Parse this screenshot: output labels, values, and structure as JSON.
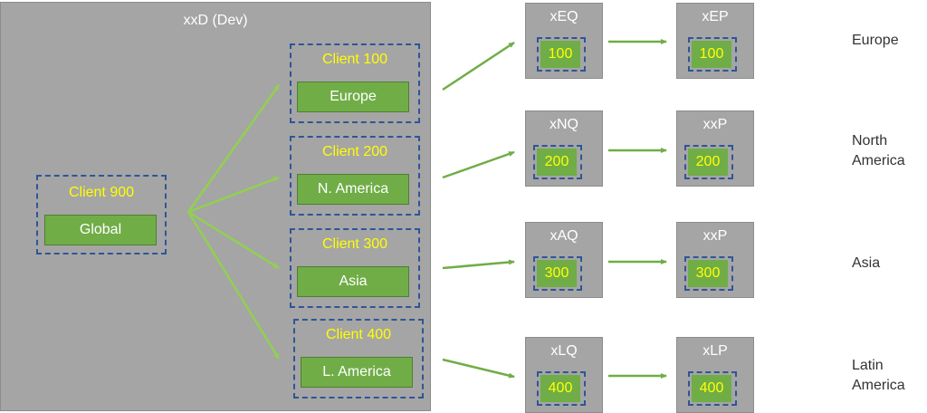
{
  "dev": {
    "title": "xxD (Dev)"
  },
  "global_client": {
    "label": "Client 900",
    "name": "Global"
  },
  "clients": [
    {
      "label": "Client 100",
      "name": "Europe"
    },
    {
      "label": "Client 200",
      "name": "N. America"
    },
    {
      "label": "Client 300",
      "name": "Asia"
    },
    {
      "label": "Client 400",
      "name": "L. America"
    }
  ],
  "qa_systems": [
    {
      "title": "xEQ",
      "client": "100"
    },
    {
      "title": "xNQ",
      "client": "200"
    },
    {
      "title": "xAQ",
      "client": "300"
    },
    {
      "title": "xLQ",
      "client": "400"
    }
  ],
  "prod_systems": [
    {
      "title": "xEP",
      "client": "100"
    },
    {
      "title": "xxP",
      "client": "200"
    },
    {
      "title": "xxP",
      "client": "300"
    },
    {
      "title": "xLP",
      "client": "400"
    }
  ],
  "regions": [
    {
      "line1": "Europe",
      "line2": ""
    },
    {
      "line1": "North",
      "line2": "America"
    },
    {
      "line1": "Asia",
      "line2": ""
    },
    {
      "line1": "Latin",
      "line2": "America"
    }
  ],
  "colors": {
    "system_gray": "#a5a5a5",
    "client_box_green": "#70ad47",
    "client_label_yellow": "#ffff00",
    "dashed_border_blue": "#2f5597",
    "arrow_light_green": "#92d050",
    "arrow_green": "#70ad47"
  }
}
